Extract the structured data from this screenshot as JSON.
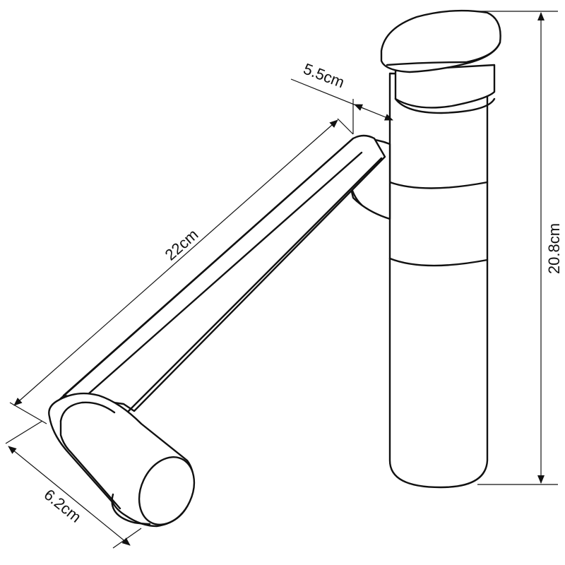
{
  "dimensions": {
    "height": "20.8cm",
    "arm_length": "22cm",
    "spout_offset": "5.5cm",
    "spout_width": "6.2cm"
  },
  "colors": {
    "line": "#111111",
    "background": "#ffffff"
  }
}
